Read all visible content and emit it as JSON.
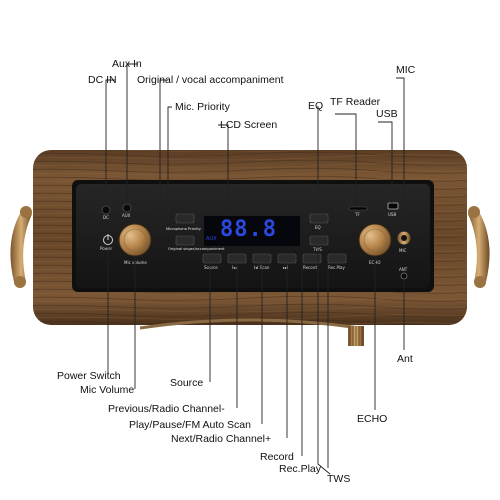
{
  "callouts": {
    "aux_in": "Aux In",
    "dc_in": "DC IN",
    "original_vocal": "Original / vocal accompaniment",
    "mic_priority": "Mic. Priority",
    "lcd_screen": "LCD Screen",
    "eq": "EQ",
    "tf_reader": "TF Reader",
    "usb": "USB",
    "mic": "MIC",
    "power_switch": "Power Switch",
    "mic_volume": "Mic Volume",
    "source": "Source",
    "previous": "Previous/Radio Channel-",
    "play_pause": "Play/Pause/FM Auto Scan",
    "next": "Next/Radio Channel+",
    "record": "Record",
    "rec_play": "Rec.Play",
    "tws": "TWS",
    "echo": "ECHO",
    "ant": "Ant"
  },
  "panel": {
    "dc": "DC",
    "aux": "AUX",
    "power": "Power",
    "mic_volume": "Mic volume",
    "microphone_priority": "Microphone Priority",
    "original": "Original singer/accompaniment",
    "source": "Source",
    "prev": "I◂◂",
    "play": "I◂I Scan",
    "next": "▸▸I",
    "record": "Record",
    "rec_play": "Rec.Play",
    "eq": "EQ",
    "tws": "TWS",
    "tf": "TF",
    "usb": "USB",
    "mic": "MIC",
    "echo": "ECHO",
    "ant": "ANT",
    "lcd_digits": "88.8",
    "lcd_aux": "AUX"
  },
  "colors": {
    "wood": "#6b4a2c",
    "panel": "#1c1c1c",
    "lcd": "#2b48e0",
    "brass": "#b9884e"
  }
}
